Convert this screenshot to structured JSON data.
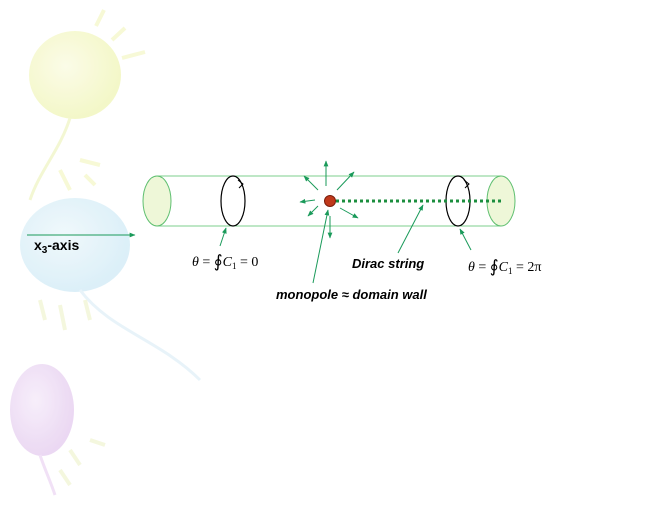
{
  "diagram": {
    "axis_label": {
      "main": "x",
      "sub": "3",
      "suffix": "-axis"
    },
    "theta_left": {
      "lhs": "θ",
      "eq": " = ",
      "oint": "∮",
      "C": "C",
      "sub": "1",
      "rhs": " = 0"
    },
    "theta_right": {
      "lhs": "θ",
      "eq": " = ",
      "oint": "∮",
      "C": "C",
      "sub": "1",
      "rhs": " = 2π"
    },
    "dirac_string_label": "Dirac string",
    "monopole_label": "monopole ≈ domain wall"
  },
  "colors": {
    "tube_line": "#7ccf8e",
    "end_cap_fill": "#eef7d8",
    "end_cap_stroke": "#5fbf70",
    "arrow": "#1a9a5a",
    "dirac_string": "#1b8e3e",
    "monopole": "#c0391b",
    "balloon_yellow": "#f6f8c8",
    "balloon_blue": "#dff0f8",
    "balloon_purple": "#efdcf5"
  }
}
